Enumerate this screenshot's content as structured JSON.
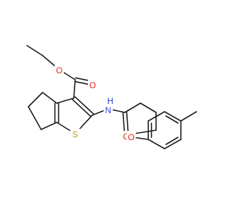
{
  "molecule": {
    "atom_labels": {
      "ester_ether_oxygen": "O",
      "ester_carbonyl_oxygen": "O",
      "thiophene_sulfur": "S",
      "amide_nitrogen": "N",
      "amide_hydrogen": "H",
      "amide_carbonyl_oxygen": "O",
      "aryl_ether_oxygen": "O"
    },
    "colors": {
      "bond": "#1a1a1a",
      "oxygen": "#e8200e",
      "nitrogen": "#2a3fd4",
      "sulfur": "#b7a400"
    }
  }
}
